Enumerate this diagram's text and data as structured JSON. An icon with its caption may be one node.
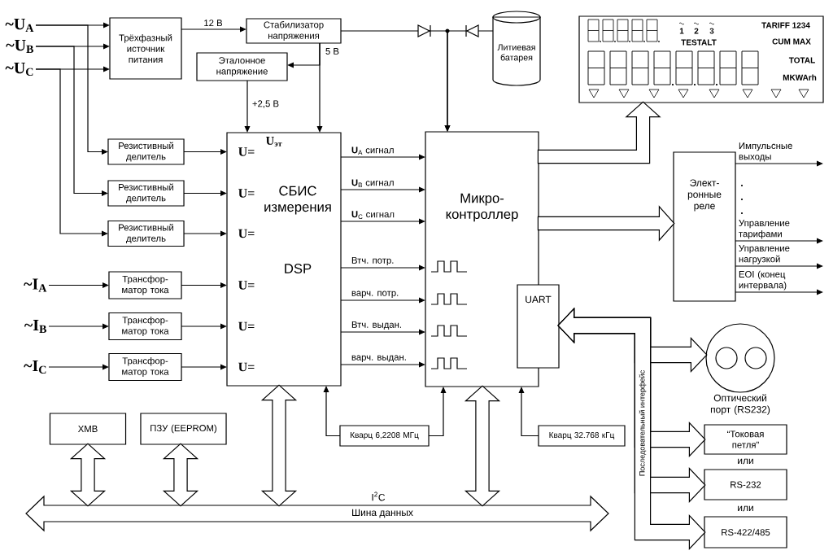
{
  "diagram": {
    "nodes": [
      {
        "text": [
          "~U$_{A}$"
        ]
      },
      {
        "text": [
          "~U$_{B}$"
        ]
      },
      {
        "text": [
          "~U$_{C}$"
        ]
      },
      {
        "text": [
          "Трёхфазный источник питания"
        ]
      },
      {
        "text": [
          "Стабилизатор напряжения"
        ]
      },
      {
        "text": [
          "Эталонное напряжение"
        ]
      },
      {
        "text": [
          "Литиевая батарея"
        ]
      },
      {
        "text": [
          "1",
          "2",
          "3",
          "TARIFF 1234",
          "TESTALT",
          "CUM MAX",
          "TOTAL",
          "MKWArh"
        ]
      },
      {
        "text": [
          "Резистивный делитель"
        ]
      },
      {
        "text": [
          "Резистивный делитель"
        ]
      },
      {
        "text": [
          "Резистивный делитель"
        ]
      },
      {
        "text": [
          "~I$_{A}$"
        ]
      },
      {
        "text": [
          "~I$_{B}$"
        ]
      },
      {
        "text": [
          "~I$_{C}$"
        ]
      },
      {
        "text": [
          "Трансфор-матор тока"
        ]
      },
      {
        "text": [
          "Трансфор-матор тока"
        ]
      },
      {
        "text": [
          "Трансфор-матор тока"
        ]
      },
      {
        "text": [
          "U$_{эт}$",
          "U=",
          "U=",
          "СБИС измерения",
          "U=",
          "DSP",
          "U=",
          "U=",
          "U="
        ]
      },
      {
        "text": [
          "Микро-контроллер"
        ]
      },
      {
        "text": [
          "UART"
        ]
      },
      {
        "text": [
          "Элект-ронные реле"
        ]
      },
      {
        "text": [],
        "shape": "circle",
        "beside": [
          "Оптический порт (RS232)"
        ]
      },
      {
        "text": [
          "“Токовая петля”"
        ]
      },
      {
        "text": [
          "RS-232"
        ]
      },
      {
        "text": [
          "RS-422/485"
        ]
      },
      {
        "text": [
          "ХМВ"
        ]
      },
      {
        "text": [
          "ПЗУ (EEPROM)"
        ]
      },
      {
        "text": [
          "Кварц 6,2208 МГц"
        ]
      },
      {
        "text": [
          "Кварц 32.768 кГц"
        ]
      },
      {
        "text": [
          "I$^{2}$C",
          "Шина данных"
        ]
      }
    ],
    "edges": [
      {
        "from": 0,
        "to": 3,
        "arrow": "to"
      },
      {
        "from": 1,
        "to": 3,
        "arrow": "to"
      },
      {
        "from": 2,
        "to": 3,
        "arrow": "to"
      },
      {
        "from": 0,
        "to": 8,
        "arrow": "to"
      },
      {
        "from": 1,
        "to": 9,
        "arrow": "to"
      },
      {
        "from": 2,
        "to": 10,
        "arrow": "to"
      },
      {
        "from": 3,
        "to": 4,
        "arrow": "to",
        "label": "12 В"
      },
      {
        "from": 4,
        "to": 5,
        "arrow": "to"
      },
      {
        "from": 4,
        "to": 17,
        "arrow": "to",
        "label": "5 В"
      },
      {
        "from": 5,
        "to": 17,
        "arrow": "to",
        "label": "+2,5 В"
      },
      {
        "from": 4,
        "to": 18,
        "arrow": "to"
      },
      {
        "from": 6,
        "to": 18,
        "arrow": "to"
      },
      {
        "from": 8,
        "to": 17,
        "arrow": "to"
      },
      {
        "from": 9,
        "to": 17,
        "arrow": "to"
      },
      {
        "from": 10,
        "to": 17,
        "arrow": "to"
      },
      {
        "from": 11,
        "to": 14,
        "arrow": "to"
      },
      {
        "from": 12,
        "to": 15,
        "arrow": "to"
      },
      {
        "from": 13,
        "to": 16,
        "arrow": "to"
      },
      {
        "from": 14,
        "to": 17,
        "arrow": "to"
      },
      {
        "from": 15,
        "to": 17,
        "arrow": "to"
      },
      {
        "from": 16,
        "to": 17,
        "arrow": "to"
      },
      {
        "from": 17,
        "to": 18,
        "arrow": "to",
        "label": "**U**$_{A}$ сигнал"
      },
      {
        "from": 17,
        "to": 18,
        "arrow": "to",
        "label": "**U**$_{B}$ сигнал"
      },
      {
        "from": 17,
        "to": 18,
        "arrow": "to",
        "label": "**U**$_{C}$ сигнал"
      },
      {
        "from": 17,
        "to": 18,
        "arrow": "to",
        "label": "Втч. потр."
      },
      {
        "from": 17,
        "to": 18,
        "arrow": "to",
        "label": "варч. потр."
      },
      {
        "from": 17,
        "to": 18,
        "arrow": "to",
        "label": "Втч. выдан."
      },
      {
        "from": 17,
        "to": 18,
        "arrow": "to",
        "label": "варч. выдан."
      },
      {
        "from": 18,
        "to": 7,
        "arrow": "to",
        "style": "thick"
      },
      {
        "from": 18,
        "to": 20,
        "arrow": "to",
        "style": "thick"
      },
      {
        "from": 20,
        "to": null,
        "arrow": "to",
        "label": "Импульсные выходы"
      },
      {
        "from": 20,
        "to": null,
        "arrow": "to",
        "label": "Управление тарифами"
      },
      {
        "from": 20,
        "to": null,
        "arrow": "to",
        "label": "Управление нагрузкой"
      },
      {
        "from": 20,
        "to": null,
        "arrow": "to",
        "label": "EOI (конец интервала)"
      },
      {
        "from": 19,
        "to": 21,
        "arrow": "both",
        "style": "thick"
      },
      {
        "from": 19,
        "to": 22,
        "arrow": "both",
        "style": "thick"
      },
      {
        "from": 19,
        "to": 23,
        "arrow": "both",
        "style": "thick"
      },
      {
        "from": 19,
        "to": 24,
        "arrow": "both",
        "style": "thick"
      },
      {
        "from": 17,
        "to": 29,
        "arrow": "both",
        "style": "thick"
      },
      {
        "from": 18,
        "to": 29,
        "arrow": "both",
        "style": "thick"
      },
      {
        "from": 25,
        "to": 29,
        "arrow": "both",
        "style": "thick"
      },
      {
        "from": 26,
        "to": 29,
        "arrow": "both",
        "style": "thick"
      },
      {
        "from": 27,
        "to": 17,
        "arrow": "to"
      },
      {
        "from": 27,
        "to": 18,
        "arrow": "to"
      },
      {
        "from": 28,
        "to": 18,
        "arrow": "to"
      }
    ],
    "labels": [
      "Последовательный интерфейс",
      "или",
      "или"
    ]
  }
}
